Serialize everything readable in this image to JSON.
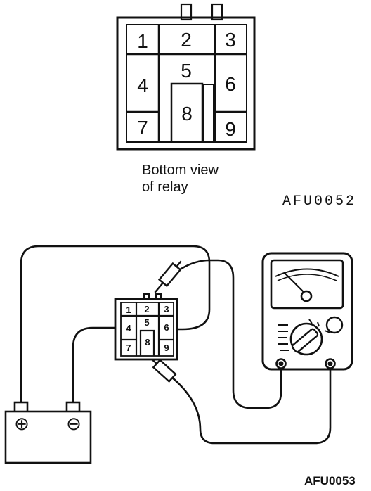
{
  "relay_bottom_view": {
    "terminals": [
      "1",
      "2",
      "3",
      "4",
      "5",
      "6",
      "7",
      "8",
      "9"
    ],
    "caption_line1": "Bottom view",
    "caption_line2": "of relay",
    "figure_code": "AFU0052"
  },
  "test_circuit": {
    "relay_terminals": [
      "1",
      "2",
      "3",
      "4",
      "5",
      "6",
      "7",
      "8",
      "9"
    ],
    "battery_positive_symbol": "⊕",
    "battery_negative_symbol": "⊖",
    "figure_code": "AFU0053"
  },
  "colors": {
    "ink": "#111111",
    "paper": "#ffffff"
  },
  "icons": [
    "battery-icon",
    "ohmmeter-icon",
    "relay-connector-icon",
    "test-probe-icon"
  ]
}
